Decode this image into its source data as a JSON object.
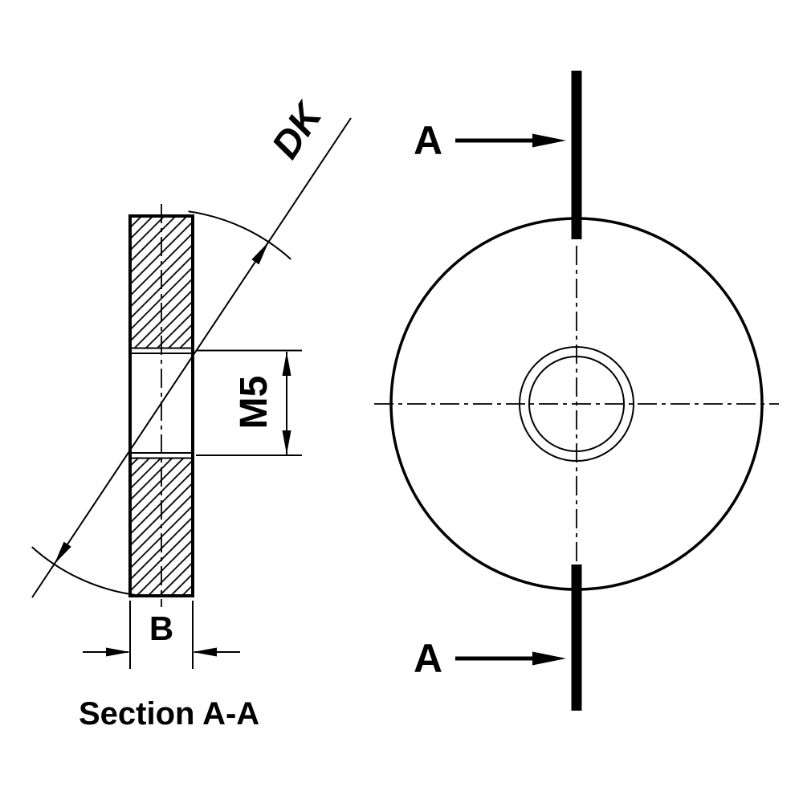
{
  "drawing": {
    "caption": "Section A-A",
    "labels": {
      "outer_diameter": "DK",
      "thread": "M5",
      "thickness": "B",
      "section_arrow_top": "A",
      "section_arrow_bottom": "A"
    },
    "colors": {
      "line": "#000000",
      "background": "#ffffff"
    }
  }
}
